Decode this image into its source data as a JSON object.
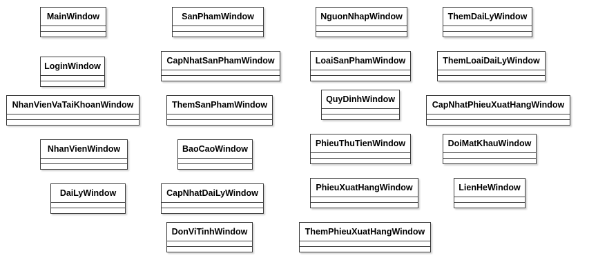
{
  "diagram": {
    "classes": [
      {
        "id": "mainwindow",
        "name": "MainWindow"
      },
      {
        "id": "loginwindow",
        "name": "LoginWindow"
      },
      {
        "id": "nhanvienvataikhoanwindow",
        "name": "NhanVienVaTaiKhoanWindow"
      },
      {
        "id": "nhanvienwindow",
        "name": "NhanVienWindow"
      },
      {
        "id": "dailywindow",
        "name": "DaiLyWindow"
      },
      {
        "id": "sanphamwindow",
        "name": "SanPhamWindow"
      },
      {
        "id": "capnhatsanphamwindow",
        "name": "CapNhatSanPhamWindow"
      },
      {
        "id": "themsanphamwindow",
        "name": "ThemSanPhamWindow"
      },
      {
        "id": "baocaowindow",
        "name": "BaoCaoWindow"
      },
      {
        "id": "capnhatdailywindow",
        "name": "CapNhatDaiLyWindow"
      },
      {
        "id": "donvitinhwindow",
        "name": "DonViTinhWindow"
      },
      {
        "id": "nguonnhapwindow",
        "name": "NguonNhapWindow"
      },
      {
        "id": "loaisanphamwindow",
        "name": "LoaiSanPhamWindow"
      },
      {
        "id": "quydinhwindow",
        "name": "QuyDinhWindow"
      },
      {
        "id": "phieuthutienwindow",
        "name": "PhieuThuTienWindow"
      },
      {
        "id": "phieuxuathangwindow",
        "name": "PhieuXuatHangWindow"
      },
      {
        "id": "themphieuxuathangwindow",
        "name": "ThemPhieuXuatHangWindow"
      },
      {
        "id": "themdailywindow",
        "name": "ThemDaiLyWindow"
      },
      {
        "id": "themloaidailywindow",
        "name": "ThemLoaiDaiLyWindow"
      },
      {
        "id": "capnhatphieuxuathangwindow",
        "name": "CapNhatPhieuXuatHangWindow"
      },
      {
        "id": "doimatkhauwindow",
        "name": "DoiMatKhauWindow"
      },
      {
        "id": "lienhewindow",
        "name": "LienHeWindow"
      }
    ]
  }
}
